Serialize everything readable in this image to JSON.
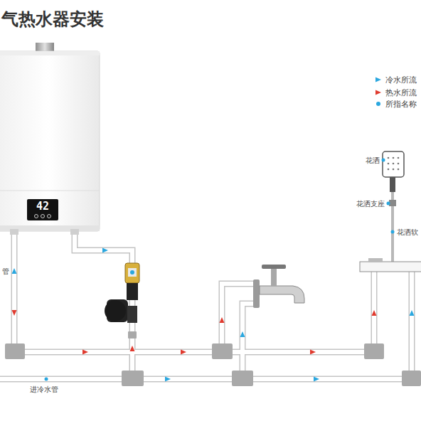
{
  "diagram": {
    "title": "气热水器安装",
    "nodes": [
      {
        "text": [
          "42"
        ]
      }
    ],
    "labels": [
      "花洒",
      "花洒支座",
      "花洒软",
      "管",
      "进冷水管"
    ],
    "legend": [
      {
        "text": "冷水所流",
        "color": "#2aa7df"
      },
      {
        "text": "热水所流",
        "color": "#e03b2f"
      },
      {
        "text": "所指名称",
        "color": "#2aa7df"
      }
    ]
  }
}
